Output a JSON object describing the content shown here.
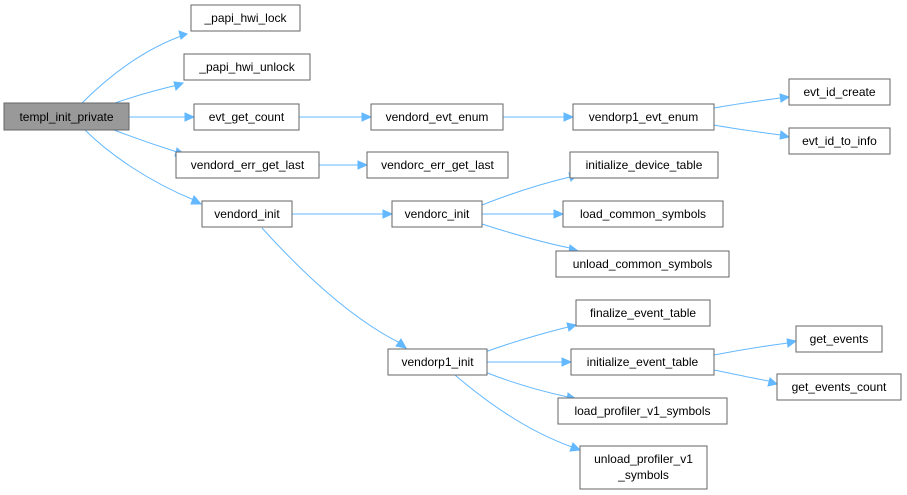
{
  "diagram": {
    "nodes": {
      "templ_init_private": "templ_init_private",
      "papi_hwi_lock": "_papi_hwi_lock",
      "papi_hwi_unlock": "_papi_hwi_unlock",
      "evt_get_count": "evt_get_count",
      "vendord_err_get_last": "vendord_err_get_last",
      "vendord_init": "vendord_init",
      "vendord_evt_enum": "vendord_evt_enum",
      "vendorc_err_get_last": "vendorc_err_get_last",
      "vendorc_init": "vendorc_init",
      "vendorp1_init": "vendorp1_init",
      "vendorp1_evt_enum": "vendorp1_evt_enum",
      "evt_id_create": "evt_id_create",
      "evt_id_to_info": "evt_id_to_info",
      "initialize_device_table": "initialize_device_table",
      "load_common_symbols": "load_common_symbols",
      "unload_common_symbols": "unload_common_symbols",
      "finalize_event_table": "finalize_event_table",
      "initialize_event_table": "initialize_event_table",
      "load_profiler_v1_symbols": "load_profiler_v1_symbols",
      "unload_profiler_v1_symbols_line1": "unload_profiler_v1",
      "unload_profiler_v1_symbols_line2": "_symbols",
      "get_events": "get_events",
      "get_events_count": "get_events_count"
    },
    "colors": {
      "edge": "#63b8ff",
      "node_border": "#666666",
      "node_fill": "#ffffff",
      "root_fill": "#999999"
    }
  }
}
